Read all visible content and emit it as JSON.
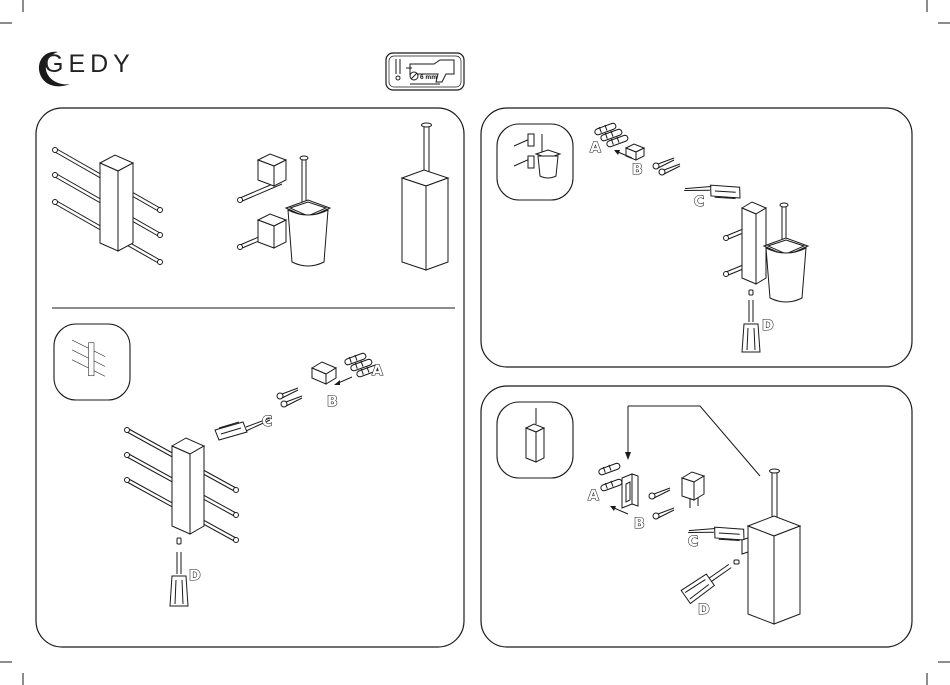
{
  "brand": {
    "name": "GEDY"
  },
  "tools": {
    "drill_size": "6 mm"
  },
  "parts": {
    "a": "A",
    "b": "B",
    "c": "C",
    "d": "D"
  },
  "icons": [
    "gedy-logo",
    "tools-required-icon",
    "drill-icon",
    "screwdriver-icon",
    "wall-plug-icon",
    "screw-icon",
    "bracket-icon"
  ]
}
